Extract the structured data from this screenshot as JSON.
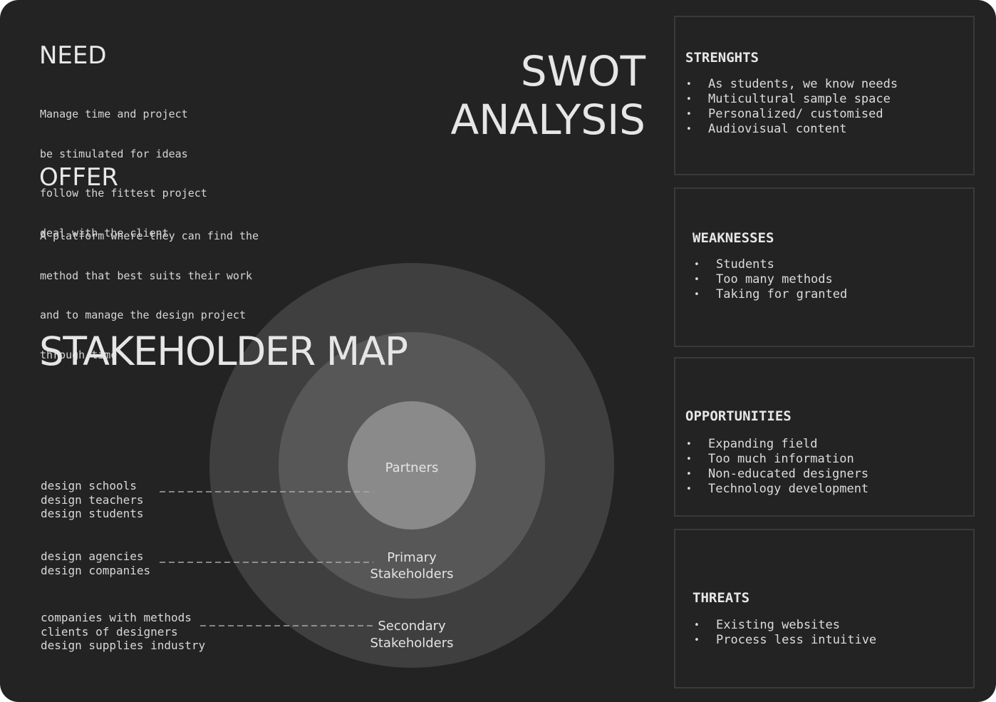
{
  "need": {
    "title": "NEED",
    "lines": [
      "Manage time and project",
      "be stimulated for ideas",
      "follow the fittest project",
      "deal with the client"
    ]
  },
  "offer": {
    "title": "OFFER",
    "lines": [
      "A platform where they can find the",
      "method that best suits their work",
      "and to manage the design project",
      "through time"
    ]
  },
  "swot_title": {
    "line1": "SWOT",
    "line2": "ANALYSIS"
  },
  "stakeholder_map": {
    "title": "STAKEHOLDER MAP",
    "rings": {
      "inner": "Partners",
      "middle_line1": "Primary",
      "middle_line2": "Stakeholders",
      "outer_line1": "Secondary",
      "outer_line2": "Stakeholders"
    },
    "groups": [
      [
        "design schools",
        "design teachers",
        "design students"
      ],
      [
        "design agencies",
        "design companies"
      ],
      [
        "companies with methods",
        "clients of designers",
        "design supplies industry"
      ]
    ]
  },
  "swot": {
    "strengths": {
      "title": "STRENGHTS",
      "items": [
        "As students, we know needs",
        "Muticultural sample space",
        "Personalized/ customised",
        "Audiovisual content"
      ]
    },
    "weaknesses": {
      "title": "WEAKNESSES",
      "items": [
        "Students",
        "Too many methods",
        "Taking for granted"
      ]
    },
    "opportunities": {
      "title": "OPPORTUNITIES",
      "items": [
        "Expanding field",
        "Too much information",
        "Non-educated designers",
        "Technology development"
      ]
    },
    "threats": {
      "title": "THREATS",
      "items": [
        "Existing websites",
        "Process less intuitive"
      ]
    },
    "bullet": "•"
  },
  "colors": {
    "background": "#232323",
    "outer_ring": "#3f3f3f",
    "middle_ring": "#575757",
    "inner_ring": "#8a8a8a",
    "box_border": "#3a3a3a"
  }
}
